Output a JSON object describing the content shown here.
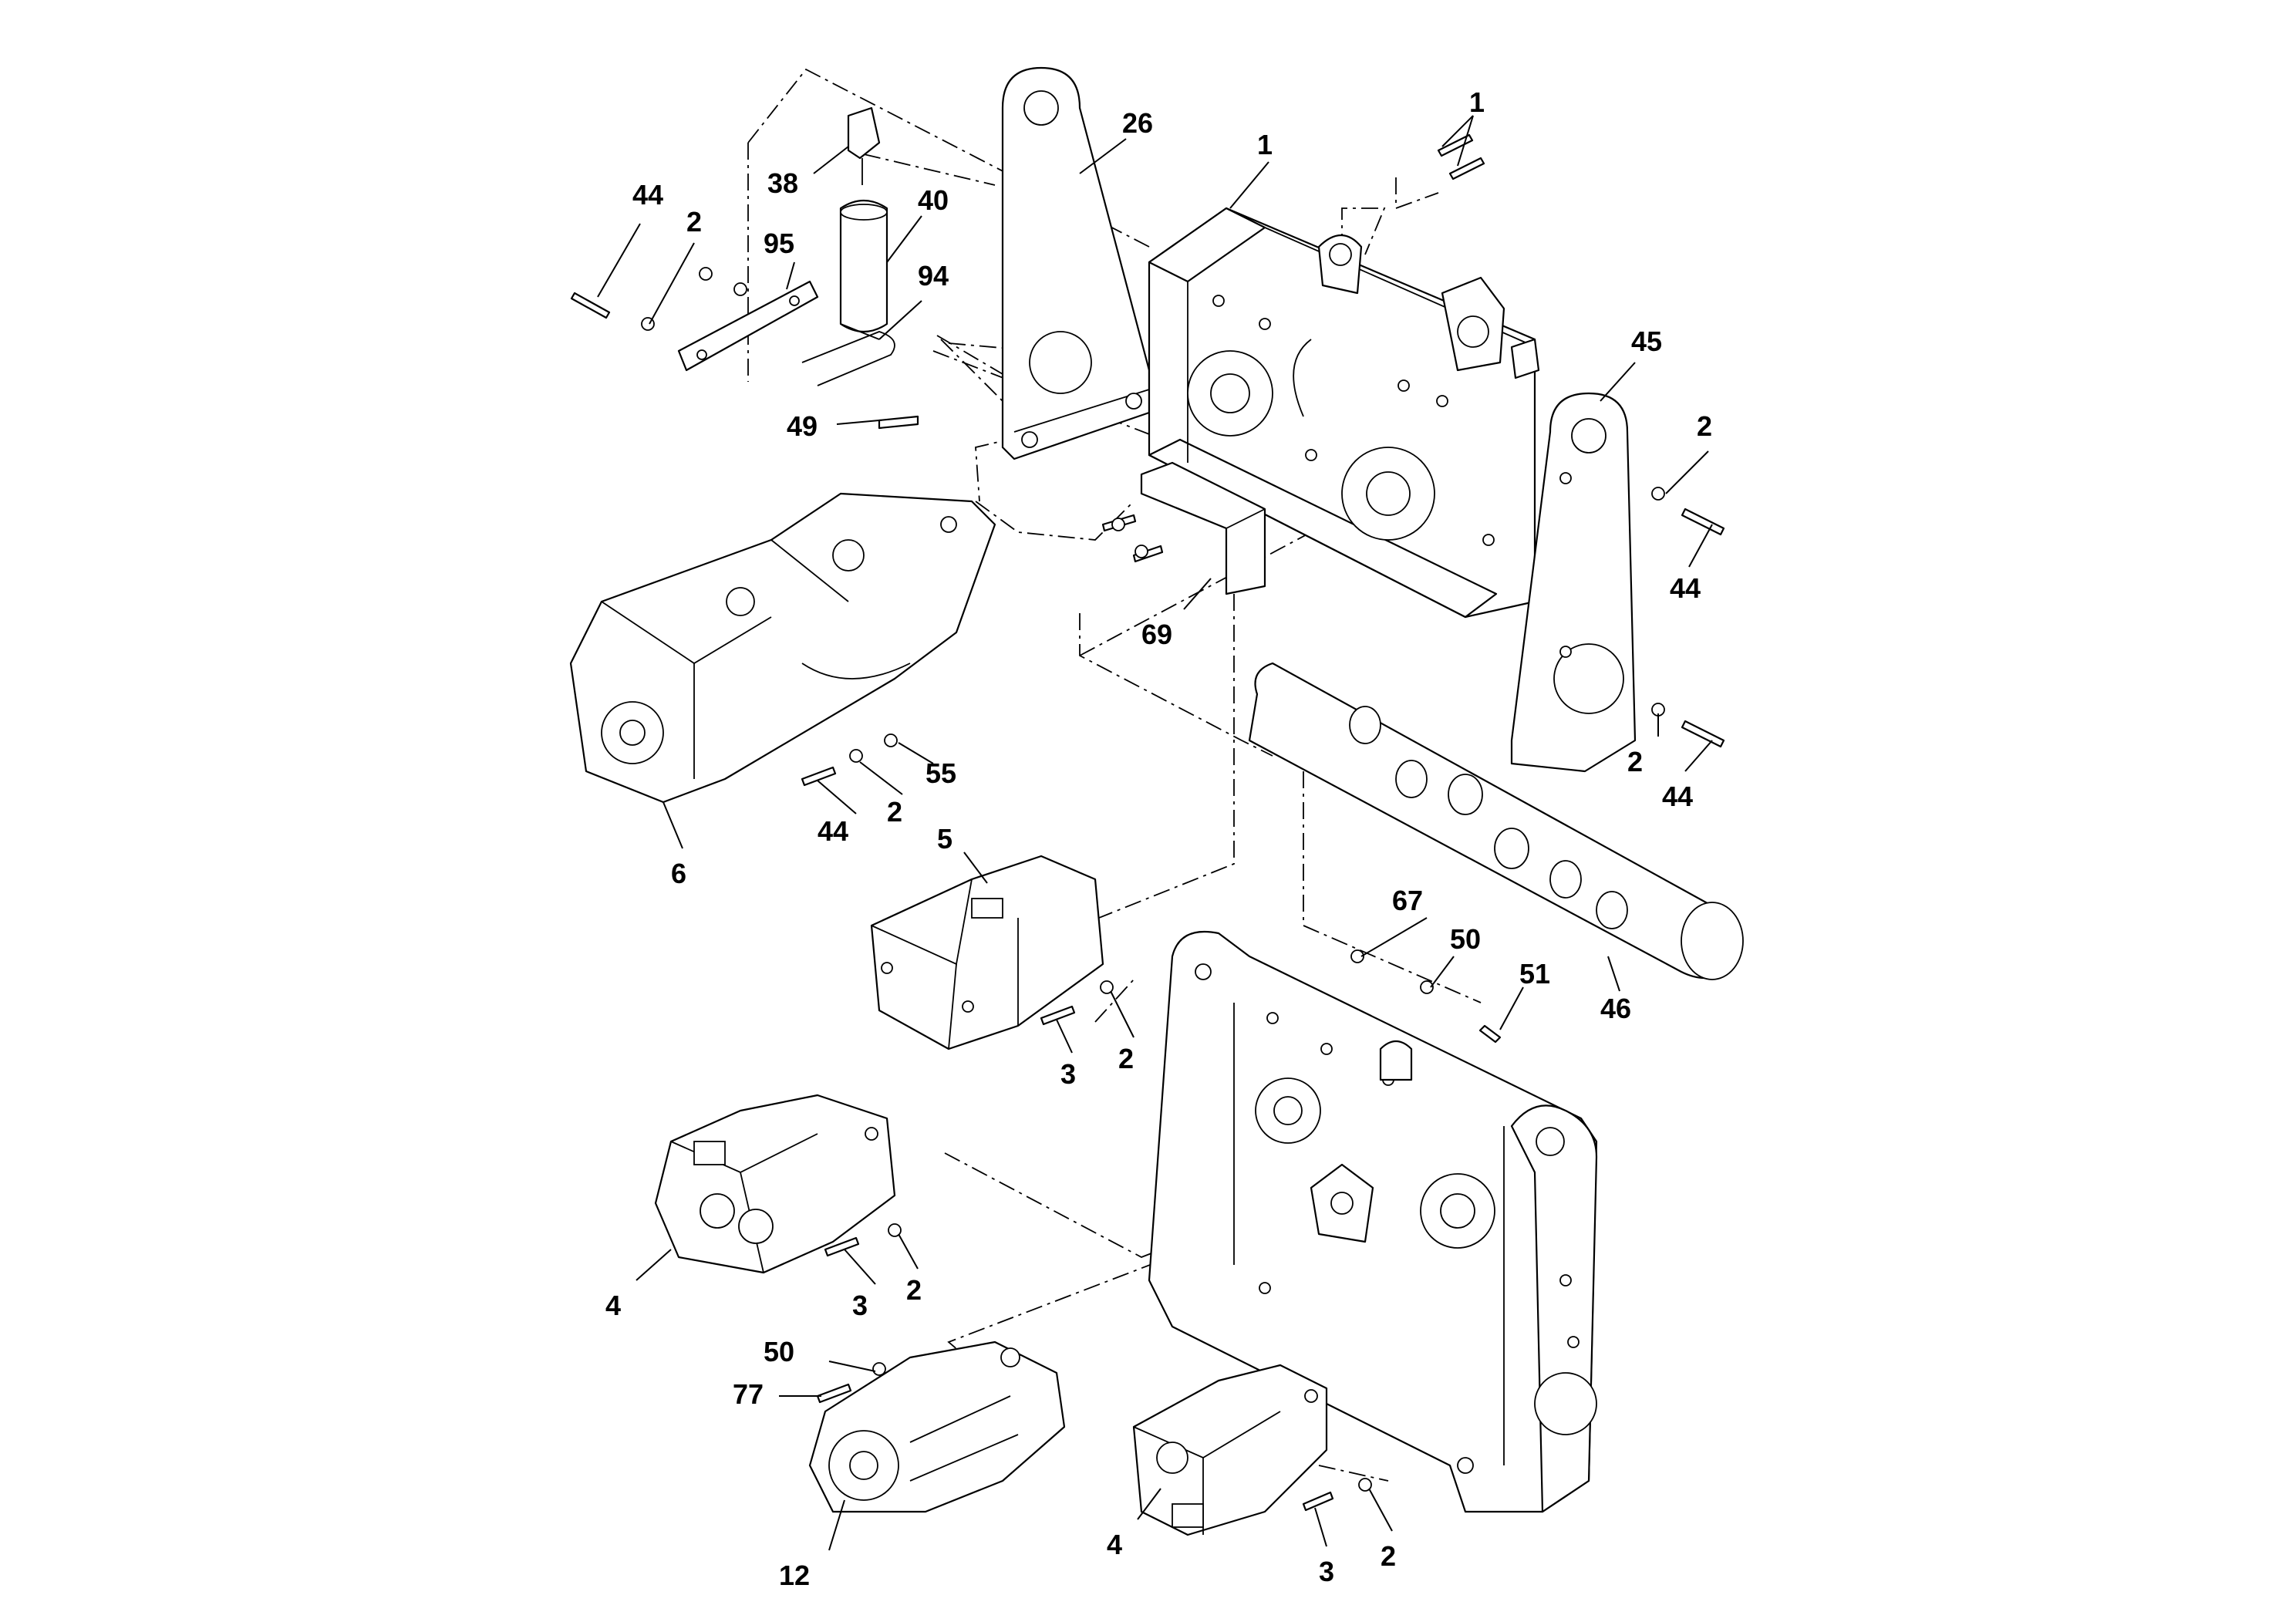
{
  "callouts": {
    "c1a": "1",
    "c1b": "1",
    "c26": "26",
    "c38": "38",
    "c40": "40",
    "c94": "94",
    "c44a": "44",
    "c2a": "2",
    "c95": "95",
    "c49": "49",
    "c45": "45",
    "c2b": "2",
    "c44b": "44",
    "c69": "69",
    "c2c": "2",
    "c44c": "44",
    "c55": "55",
    "c2d": "2",
    "c44d": "44",
    "c6": "6",
    "c5": "5",
    "c67": "67",
    "c50a": "50",
    "c51": "51",
    "c46": "46",
    "c3a": "3",
    "c2e": "2",
    "c4a": "4",
    "c3b": "3",
    "c2f": "2",
    "c50b": "50",
    "c77": "77",
    "c12": "12",
    "c4b": "4",
    "c3c": "3",
    "c2g": "2"
  }
}
